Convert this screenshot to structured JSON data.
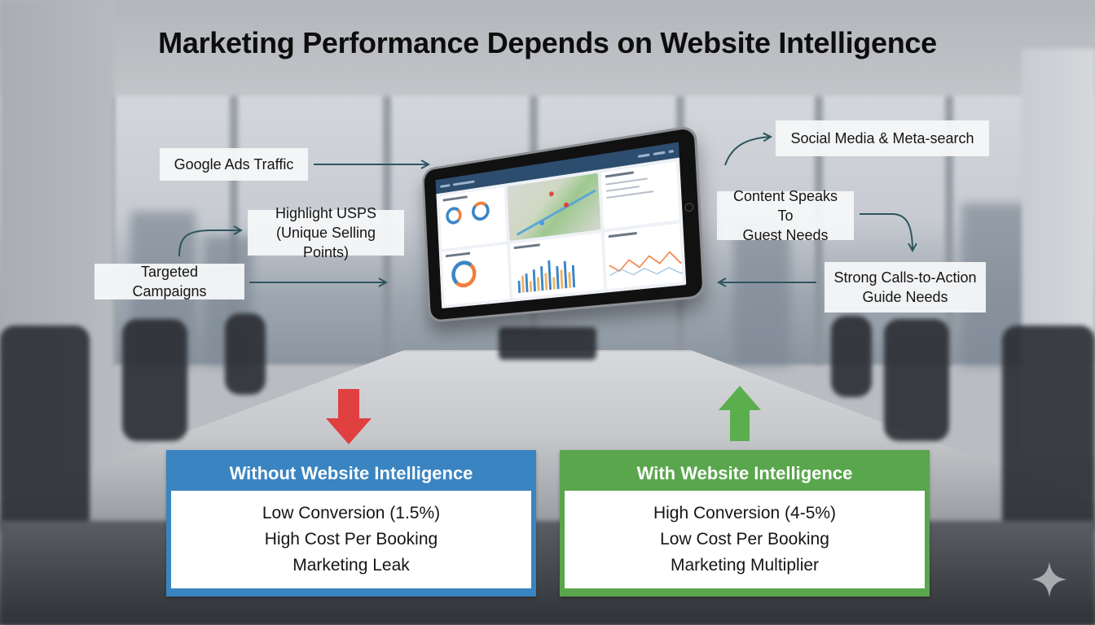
{
  "title": "Marketing Performance Depends on Website Intelligence",
  "inputs": [
    {
      "id": "google-ads",
      "label": "Google Ads Traffic"
    },
    {
      "id": "highlight-usps",
      "lines": [
        "Highlight USPS",
        "(Unique Selling Points)"
      ]
    },
    {
      "id": "targeted-campaigns",
      "label": "Targeted Campaigns"
    },
    {
      "id": "social-media",
      "label": "Social Media & Meta-search"
    },
    {
      "id": "content",
      "lines": [
        "Content Speaks To",
        "Guest Needs"
      ]
    },
    {
      "id": "cta",
      "lines": [
        "Strong Calls-to-Action",
        "Guide Needs"
      ]
    }
  ],
  "center_device": {
    "type": "tablet",
    "content": "analytics-dashboard-icon"
  },
  "outcomes": {
    "without": {
      "heading": "Without Website Intelligence",
      "items": [
        "Low Conversion (1.5%)",
        "High Cost Per Booking",
        "Marketing Leak"
      ],
      "color": "#3a84c1",
      "arrow": "arrow-down-icon",
      "arrow_color": "#e04040"
    },
    "with": {
      "heading": "With Website Intelligence",
      "items": [
        "High Conversion (4-5%)",
        "Low Cost Per Booking",
        "Marketing Multiplier"
      ],
      "color": "#5aa64d",
      "arrow": "arrow-up-icon",
      "arrow_color": "#5aaf4c"
    }
  },
  "colors": {
    "connector": "#2f5560",
    "title_text": "#0d0d0d"
  },
  "watermark_icon": "sparkle-icon"
}
